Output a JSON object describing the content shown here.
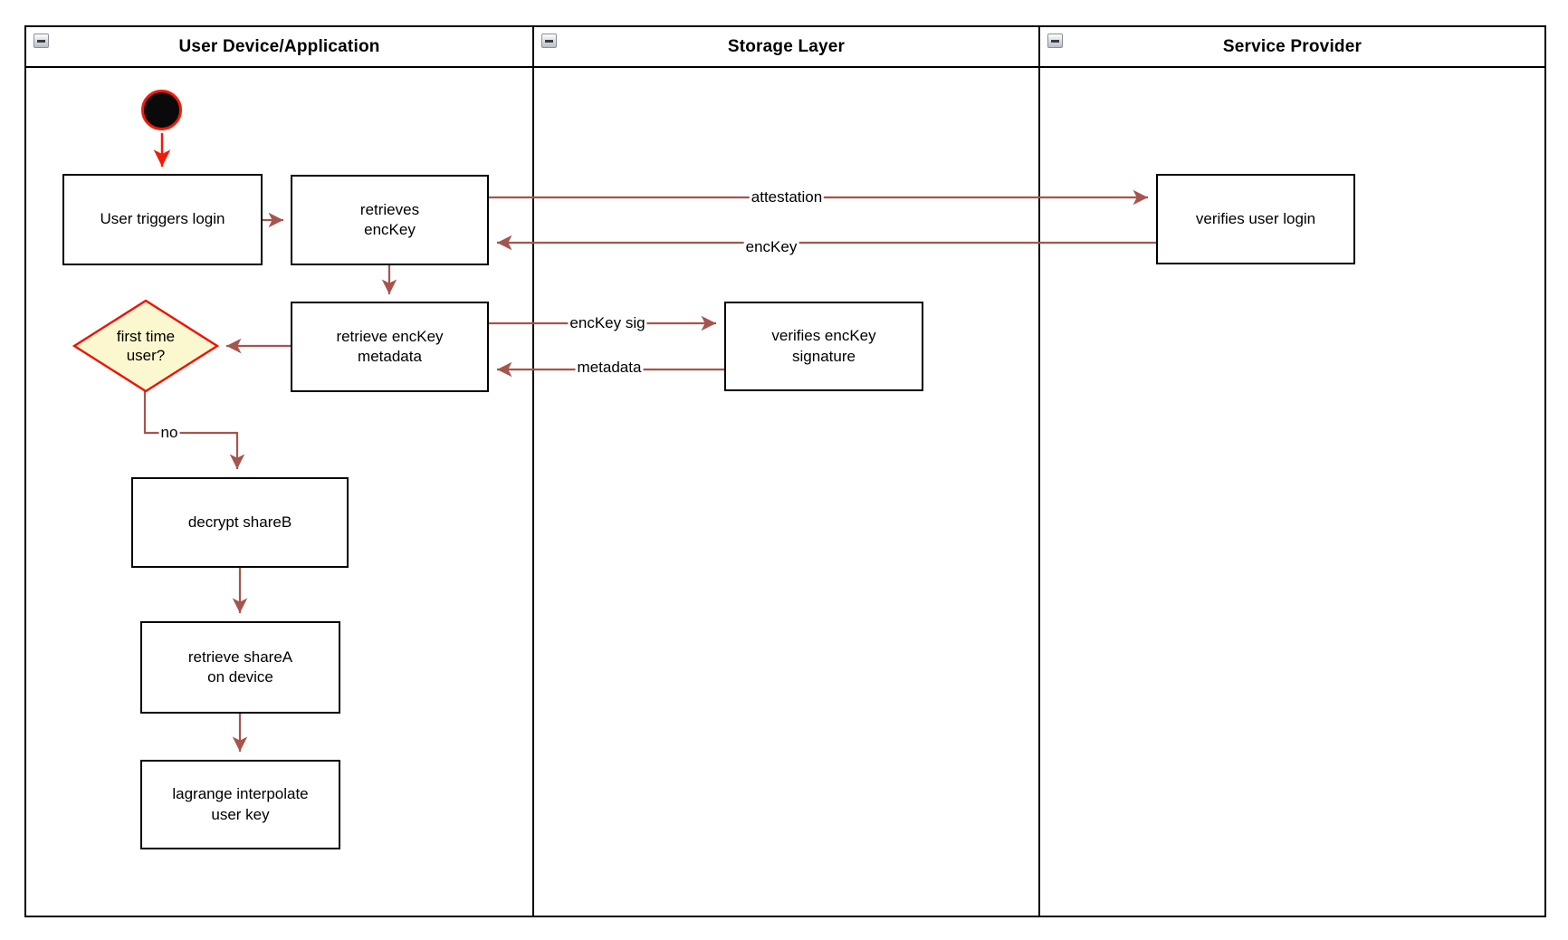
{
  "colors": {
    "flow_arrow": "#A6544D",
    "start_accent": "#F21B07",
    "decision_fill": "#FBF7CE",
    "decision_border": "#F20F00",
    "shape_border": "#000000",
    "shape_fill": "#FFFFFF"
  },
  "lanes": [
    {
      "title": "User Device/Application"
    },
    {
      "title": "Storage Layer"
    },
    {
      "title": "Service Provider"
    }
  ],
  "nodes": {
    "user_triggers_login": "User triggers login",
    "retrieves_enckey": "retrieves\nencKey",
    "retrieve_enckey_metadata": "retrieve encKey\nmetadata",
    "verifies_enckey_signature": "verifies encKey\nsignature",
    "verifies_user_login": "verifies user login",
    "first_time_user": "first time\nuser?",
    "decrypt_shareb": "decrypt shareB",
    "retrieve_sharea_on_device": "retrieve shareA\non device",
    "lagrange_interpolate_user_key": "lagrange interpolate\nuser key"
  },
  "edge_labels": {
    "attestation": "attestation",
    "enckey": "encKey",
    "enckey_sig": "encKey sig",
    "metadata": "metadata",
    "no": "no"
  }
}
